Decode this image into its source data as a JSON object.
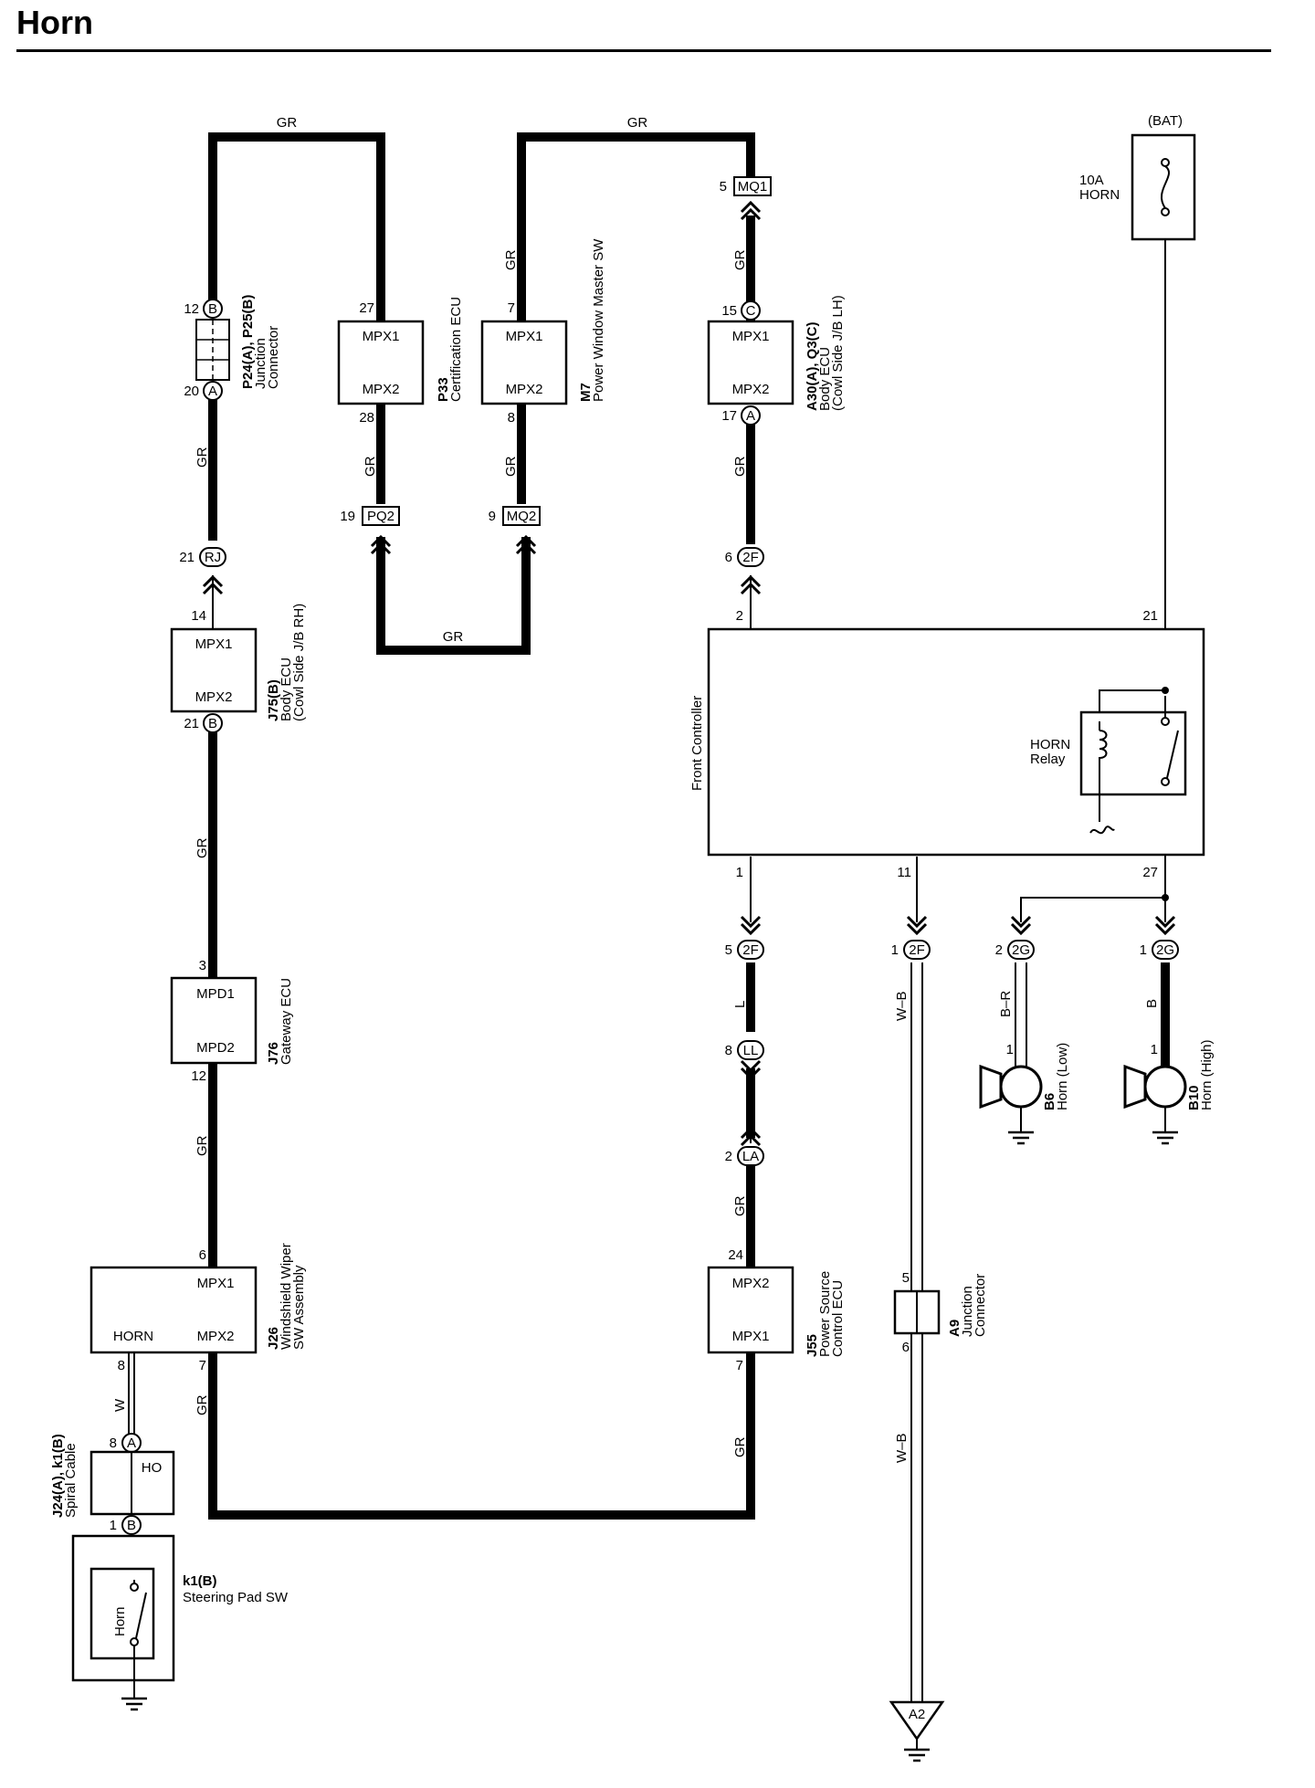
{
  "title": "Horn",
  "wire_colors": {
    "gr": "GR",
    "w": "W",
    "l": "L",
    "wb": "W–B",
    "br": "B–R",
    "b": "B"
  },
  "bat": {
    "label": "(BAT)",
    "fuse": "10A",
    "fuse_name": "HORN"
  },
  "components": {
    "p24": {
      "code": "P24(A), P25(B)",
      "name": "Junction",
      "name2": "Connector",
      "pin_top": "12",
      "conn_top": "B",
      "pin_bot": "20",
      "conn_bot": "A"
    },
    "p33": {
      "code": "P33",
      "name": "Certification ECU",
      "port1": "MPX1",
      "port2": "MPX2",
      "pin_top": "27",
      "pin_bot": "28"
    },
    "m7": {
      "code": "M7",
      "name": "Power Window Master SW",
      "port1": "MPX1",
      "port2": "MPX2",
      "pin_top": "7",
      "pin_bot": "8"
    },
    "a30": {
      "code": "A30(A), Q3(C)",
      "name": "Body ECU",
      "name2": "(Cowl Side J/B LH)",
      "port1": "MPX1",
      "port2": "MPX2",
      "pin_top": "15",
      "conn_top": "C",
      "pin_bot": "17",
      "conn_bot": "A"
    },
    "j75": {
      "code": "J75(B)",
      "name": "Body ECU",
      "name2": "(Cowl Side J/B RH)",
      "port1": "MPX1",
      "port2": "MPX2",
      "pin_top": "14",
      "pin_bot": "21",
      "conn_bot": "B"
    },
    "j76": {
      "code": "J76",
      "name": "Gateway ECU",
      "port1": "MPD1",
      "port2": "MPD2",
      "pin_top": "3",
      "pin_bot": "12"
    },
    "j26": {
      "code": "J26",
      "name": "Windshield Wiper",
      "name2": "SW Assembly",
      "port1": "MPX1",
      "port2": "MPX2",
      "port3": "HORN",
      "pin_top": "6",
      "pin_horn": "8",
      "pin_bot": "7"
    },
    "j55": {
      "code": "J55",
      "name": "Power Source",
      "name2": "Control ECU",
      "port1": "MPX2",
      "port2": "MPX1",
      "pin_top": "24",
      "pin_bot": "7"
    },
    "j24": {
      "code": "J24(A), k1(B)",
      "name": "Spiral Cable",
      "port": "HO",
      "pin_top": "8",
      "conn_top": "A",
      "pin_bot": "1",
      "conn_bot": "B"
    },
    "k1": {
      "code": "k1(B)",
      "name": "Steering Pad SW",
      "inner": "Horn"
    },
    "front": {
      "name": "Front Controller",
      "pin_2": "2",
      "pin_21": "21",
      "pin_1": "1",
      "pin_11": "11",
      "pin_27": "27",
      "relay": "HORN",
      "relay2": "Relay"
    },
    "a9": {
      "code": "A9",
      "name": "Junction",
      "name2": "Connector",
      "pin_top": "5",
      "pin_bot": "6"
    },
    "b6": {
      "code": "B6",
      "name": "Horn (Low)",
      "pin": "1"
    },
    "b10": {
      "code": "B10",
      "name": "Horn (High)",
      "pin": "1"
    }
  },
  "connectors": {
    "mq1": {
      "pin": "5",
      "code": "MQ1"
    },
    "pq2": {
      "pin": "19",
      "code": "PQ2"
    },
    "mq2": {
      "pin": "9",
      "code": "MQ2"
    },
    "rj": {
      "pin": "21",
      "code": "RJ"
    },
    "f2_top": {
      "pin": "6",
      "code": "2F"
    },
    "f2_l": {
      "pin": "5",
      "code": "2F"
    },
    "f2_wb": {
      "pin": "1",
      "code": "2F"
    },
    "g2_low": {
      "pin": "2",
      "code": "2G"
    },
    "g2_high": {
      "pin": "1",
      "code": "2G"
    },
    "ll": {
      "pin": "8",
      "code": "LL"
    },
    "la": {
      "pin": "2",
      "code": "LA"
    },
    "a2": {
      "code": "A2"
    }
  }
}
